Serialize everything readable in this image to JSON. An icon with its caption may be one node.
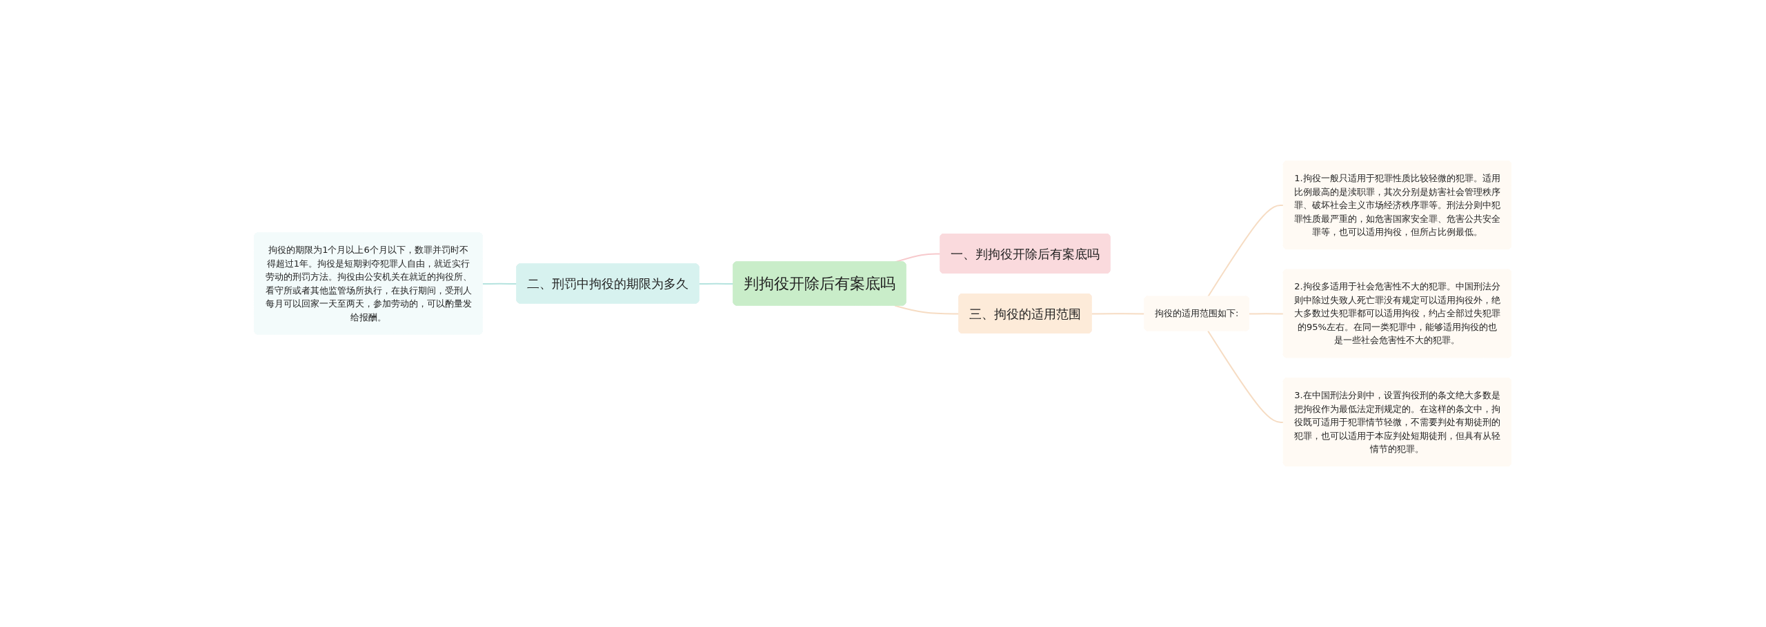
{
  "diagram": {
    "nodes": [
      {
        "text": [
          "判拘役开除后有案底吗"
        ]
      },
      {
        "text": [
          "一、判拘役开除后有案底吗"
        ]
      },
      {
        "text": [
          "二、刑罚中拘役的期限为多久"
        ]
      },
      {
        "text": [
          "拘役的期限为1个月以上6个月以下，数罪并罚时不得超过1年。拘役是短期剥夺犯罪人自由，就近实行劳动的刑罚方法。拘役由公安机关在就近的拘役所、看守所或者其他监管场所执行，在执行期间，受刑人每月可以回家一天至两天，参加劳动的，可以酌量发给报酬。"
        ]
      },
      {
        "text": [
          "三、拘役的适用范围"
        ]
      },
      {
        "text": [
          "拘役的适用范围如下:"
        ]
      },
      {
        "text": [
          "1.拘役一般只适用于犯罪性质比较轻微的犯罪。适用比例最高的是渎职罪，其次分别是妨害社会管理秩序罪、破坏社会主义市场经济秩序罪等。刑法分则中犯罪性质最严重的，如危害国家安全罪、危害公共安全罪等，也可以适用拘役，但所占比例最低。"
        ]
      },
      {
        "text": [
          "2.拘役多适用于社会危害性不大的犯罪。中国刑法分则中除过失致人死亡罪没有规定可以适用拘役外，绝大多数过失犯罪都可以适用拘役，约占全部过失犯罪的95%左右。在同一类犯罪中，能够适用拘役的也是一些社会危害性不大的犯罪。"
        ]
      },
      {
        "text": [
          "3.在中国刑法分则中，设置拘役刑的条文绝大多数是把拘役作为最低法定刑规定的。在这样的条文中，拘役既可适用于犯罪情节轻微，不需要判处有期徒刑的犯罪，也可以适用于本应判处短期徒刑，但具有从轻情节的犯罪。"
        ]
      }
    ],
    "edges": [
      {
        "from": 0,
        "to": 1,
        "arrow": "none",
        "color": "#f7c9cc"
      },
      {
        "from": 3,
        "to": 2,
        "arrow": "none",
        "color": "#b5e3df"
      },
      {
        "from": 2,
        "to": 0,
        "arrow": "none",
        "color": "#b5e3df"
      },
      {
        "from": 0,
        "to": 4,
        "arrow": "none"
      },
      {
        "from": 4,
        "to": 5,
        "arrow": "none"
      },
      {
        "from": 5,
        "to": 6,
        "arrow": "none"
      },
      {
        "from": 5,
        "to": 7,
        "arrow": "none"
      },
      {
        "from": 5,
        "to": 8,
        "arrow": "none"
      }
    ]
  }
}
